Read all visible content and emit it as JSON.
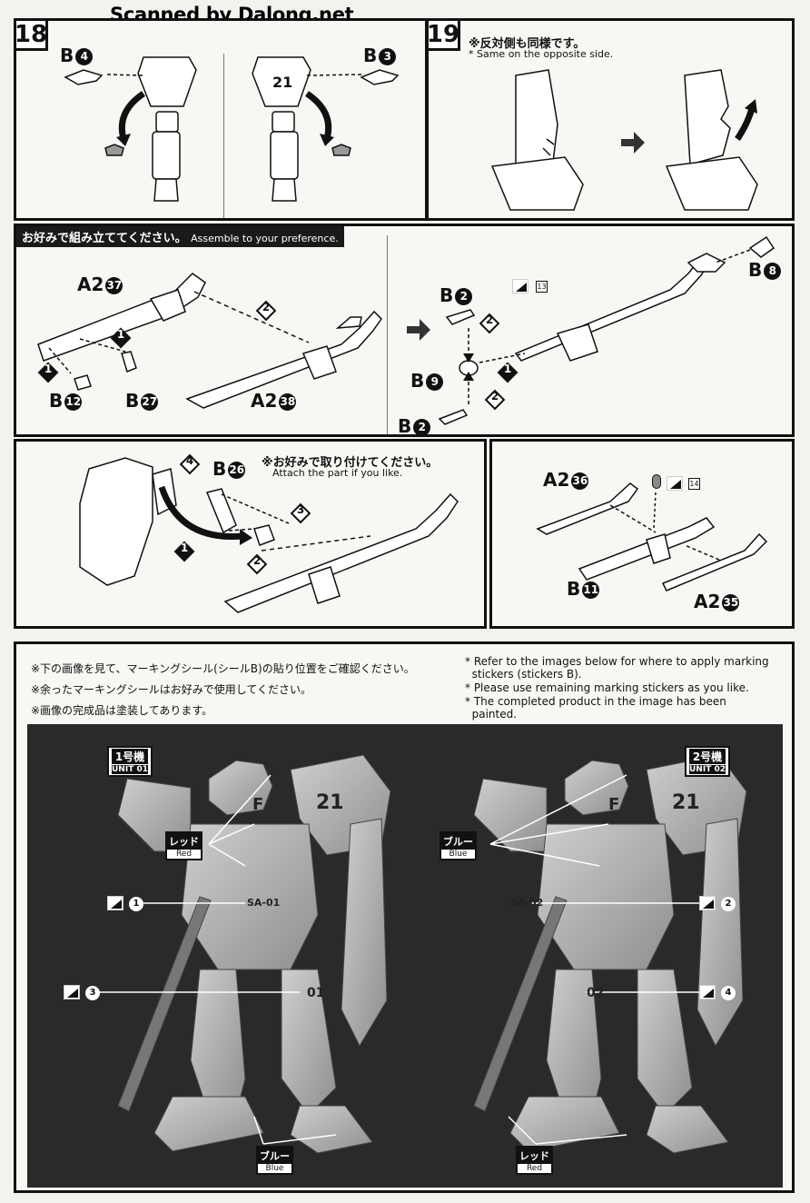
{
  "watermark": "Scanned by Dalong.net",
  "step18": {
    "number": "18",
    "label_left": "B",
    "label_left_num": "4",
    "label_right": "B",
    "label_right_num": "3"
  },
  "step19": {
    "number": "19",
    "note_jp": "※反対側も同様です。",
    "note_en": "* Same on the opposite side."
  },
  "assemble": {
    "banner_jp": "お好みで組み立ててください。",
    "banner_en": "Assemble to your preference.",
    "parts": {
      "a2_37": "A2",
      "a2_37_num": "37",
      "b12": "B",
      "b12_num": "12",
      "b27": "B",
      "b27_num": "27",
      "a2_38": "A2",
      "a2_38_num": "38",
      "b2_top": "B",
      "b2_top_num": "2",
      "b9": "B",
      "b9_num": "9",
      "b2_bottom": "B",
      "b2_bottom_num": "2",
      "b8": "B",
      "b8_num": "8",
      "sticker_13": "13"
    },
    "diamonds": [
      "1",
      "1",
      "2",
      "1",
      "2",
      "2"
    ]
  },
  "attach": {
    "note_jp": "※お好みで取り付けてください。",
    "note_en": "Attach the part if you like.",
    "part": "B",
    "part_num": "26",
    "diamonds": [
      "4",
      "3",
      "1",
      "2"
    ]
  },
  "sidebox": {
    "a2_36": "A2",
    "a2_36_num": "36",
    "b11": "B",
    "b11_num": "11",
    "a2_35": "A2",
    "a2_35_num": "35",
    "sticker_14": "14"
  },
  "marking": {
    "jp_lines": [
      "※下の画像を見て、マーキングシール(シールB)の貼り位置をご確認ください。",
      "※余ったマーキングシールはお好みで使用してください。",
      "※画像の完成品は塗装してあります。"
    ],
    "en_lines": [
      "* Refer to the images below for where to apply marking",
      "  stickers (stickers B).",
      "* Please use remaining marking stickers as you like.",
      "* The completed product in the image has been",
      "  painted."
    ],
    "unit1": {
      "jp": "1号機",
      "en": "UNIT 01",
      "shoulder": "21",
      "chest": "SA-01",
      "leg": "01",
      "flag": "F"
    },
    "unit2": {
      "jp": "2号機",
      "en": "UNIT 02",
      "shoulder": "21",
      "chest": "SA-02",
      "leg": "02",
      "flag": "F"
    },
    "tags": {
      "red_jp": "レッド",
      "red_en": "Red",
      "blue_jp": "ブルー",
      "blue_en": "Blue"
    },
    "callouts": [
      "1",
      "2",
      "3",
      "4"
    ]
  }
}
